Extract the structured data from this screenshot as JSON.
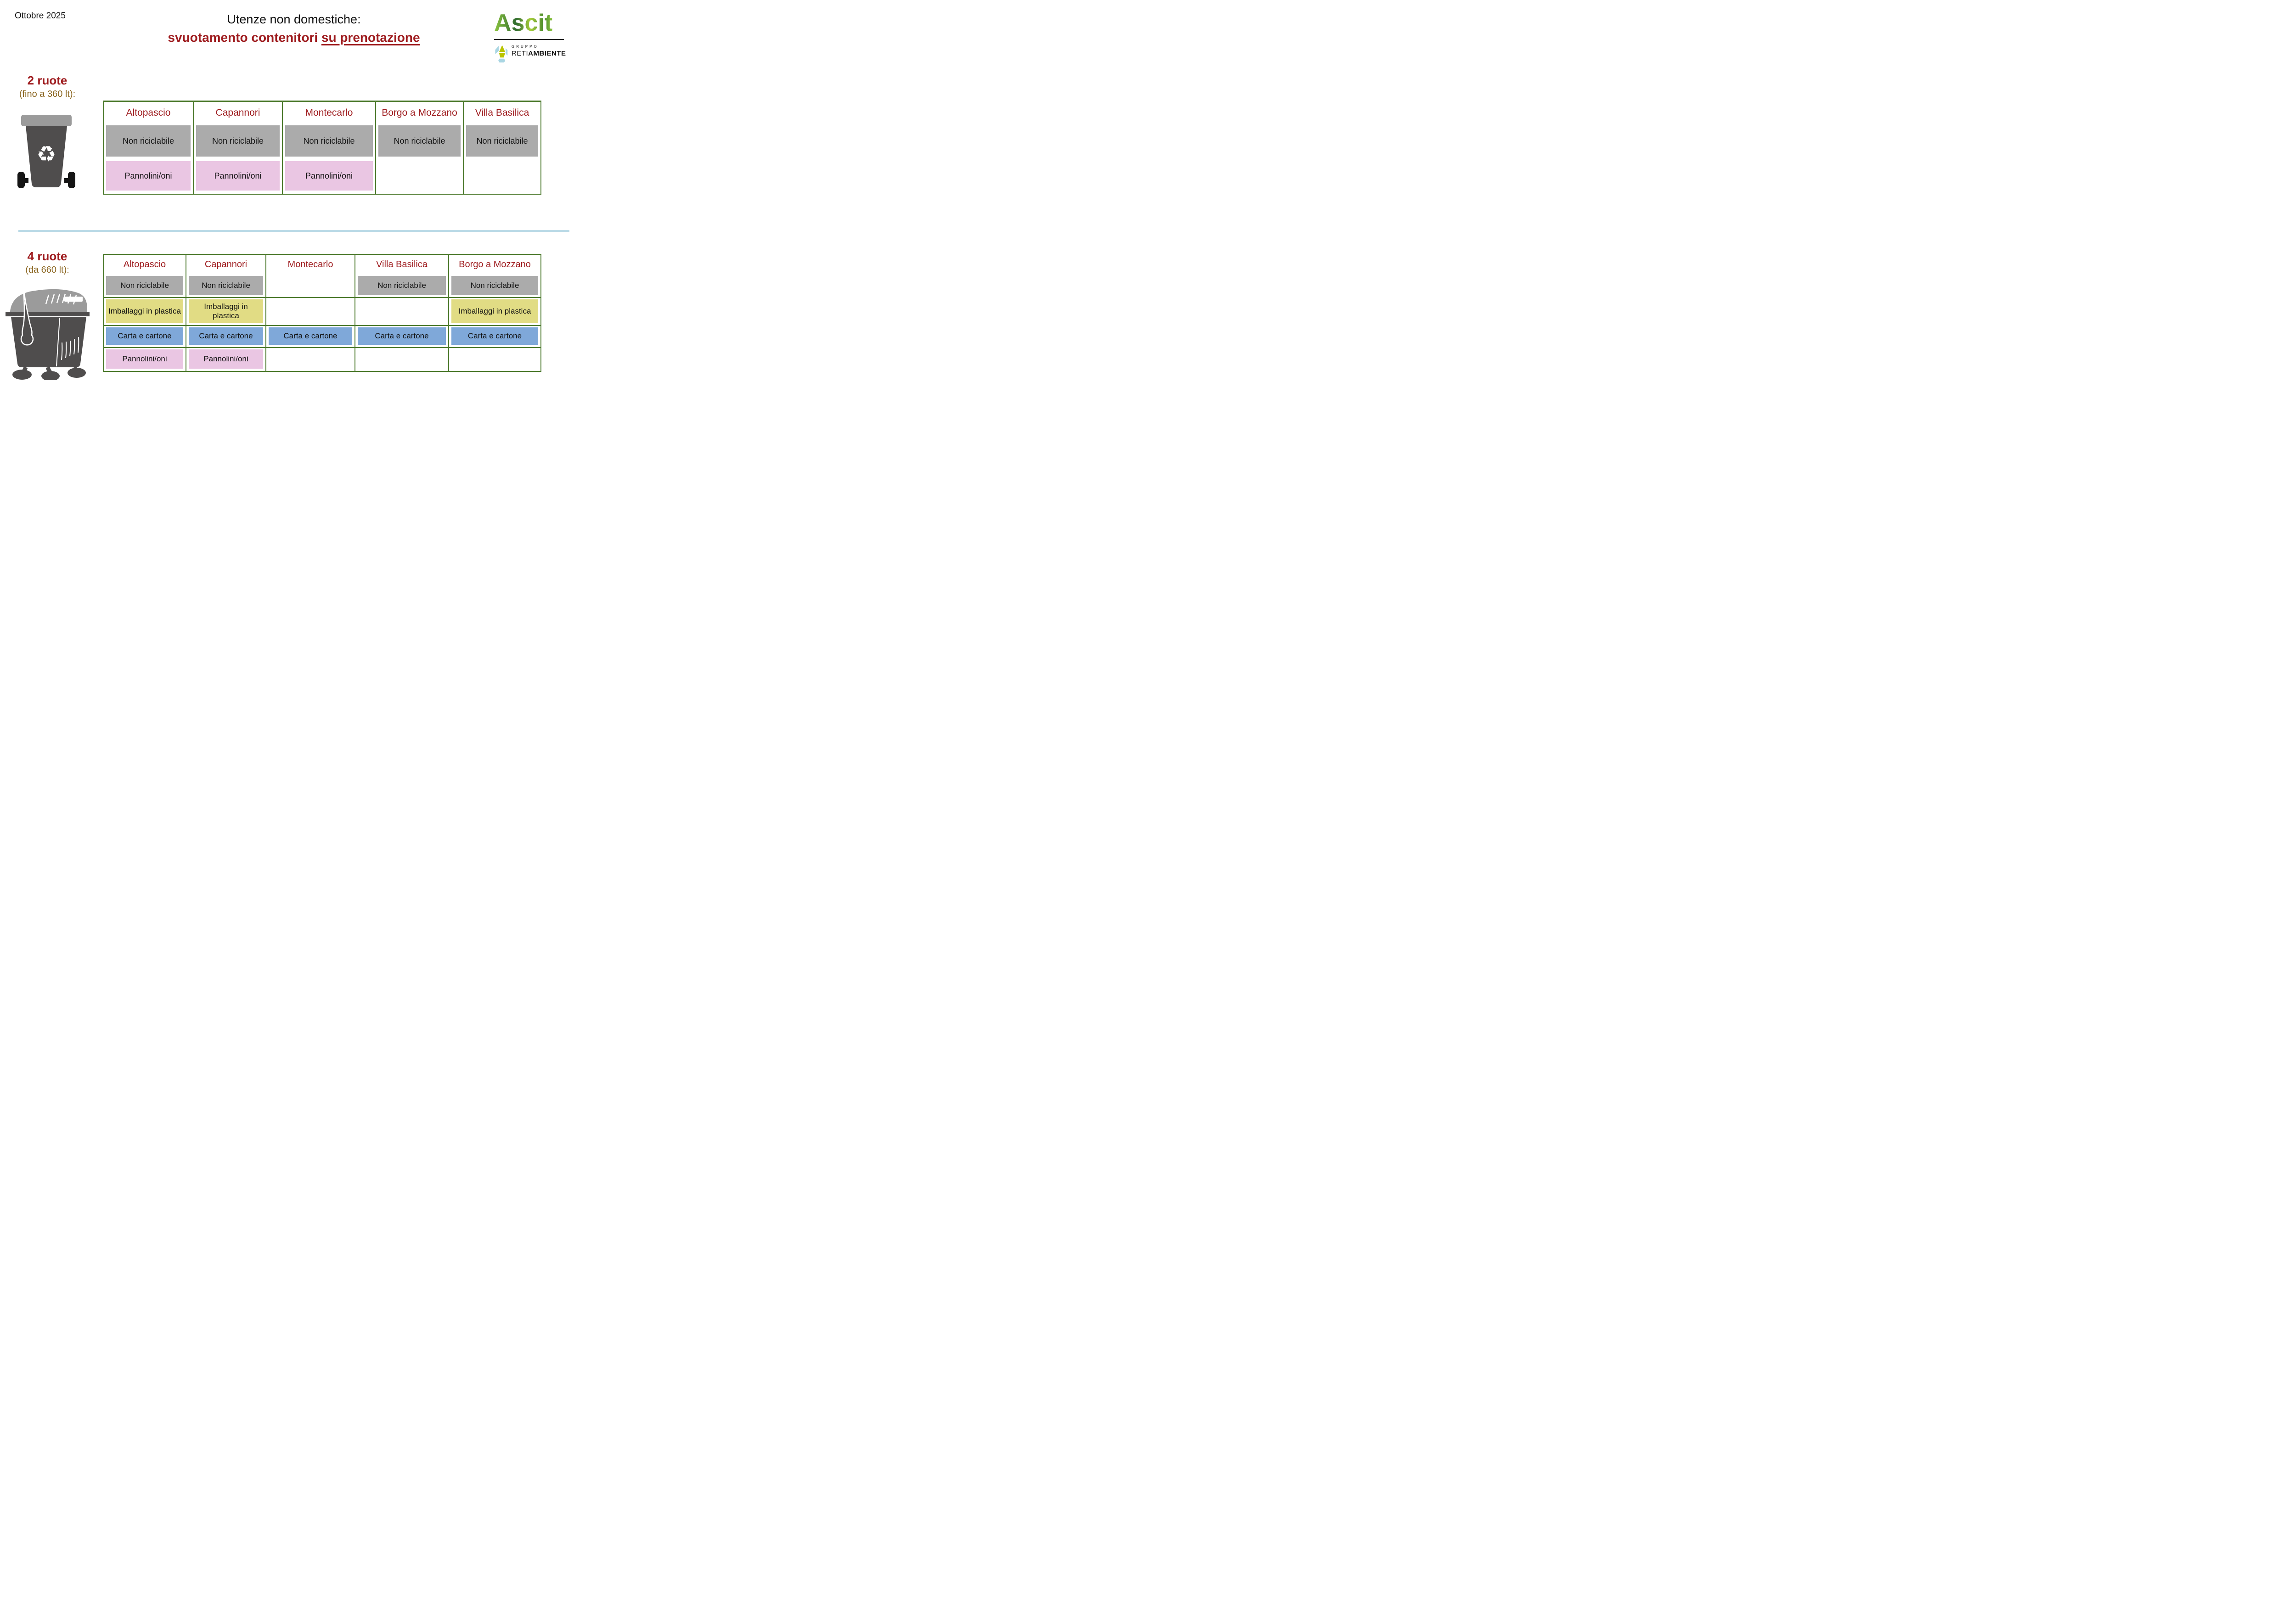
{
  "page": {
    "date": "Ottobre 2025",
    "title": {
      "line1": "Utenze non domestiche:",
      "line2_prefix": "svuotamento contenitori ",
      "line2_emphasis": "su prenotazione"
    }
  },
  "logo": {
    "brand": "Ascit",
    "group_label": "GRUPPO",
    "group_name_regular": "RETI",
    "group_name_bold": "AMBIENTE"
  },
  "icons": {
    "recycle_glyph": "♻"
  },
  "sections": [
    {
      "id": "two-wheels",
      "label": "2 ruote",
      "sublabel": "(fino a 360 lt):",
      "columns": [
        "Altopascio",
        "Capannori",
        "Montecarlo",
        "Borgo a Mozzano",
        "Villa Basilica"
      ],
      "rows": [
        {
          "key": "non-riciclabile",
          "label": "Non riciclabile",
          "color": "#ABABAB",
          "cells": [
            true,
            true,
            true,
            true,
            true
          ]
        },
        {
          "key": "pannolini",
          "label": "Pannolini/oni",
          "color": "#EAC6E3",
          "cells": [
            true,
            true,
            true,
            false,
            false
          ]
        }
      ]
    },
    {
      "id": "four-wheels",
      "label": "4 ruote",
      "sublabel": "(da 660 lt):",
      "columns": [
        "Altopascio",
        "Capannori",
        "Montecarlo",
        "Villa Basilica",
        "Borgo a Mozzano"
      ],
      "rows": [
        {
          "key": "non-riciclabile",
          "label": "Non riciclabile",
          "color": "#ABABAB",
          "cells": [
            true,
            true,
            false,
            true,
            true
          ]
        },
        {
          "key": "imballaggi-plastica",
          "label": "Imballaggi in plastica",
          "color": "#E1DC84",
          "cells": [
            true,
            true,
            false,
            false,
            true
          ]
        },
        {
          "key": "carta-cartone",
          "label": "Carta e cartone",
          "color": "#7FA8D9",
          "cells": [
            true,
            true,
            true,
            true,
            true
          ]
        },
        {
          "key": "pannolini",
          "label": "Pannolini/oni",
          "color": "#EAC6E3",
          "cells": [
            true,
            true,
            false,
            false,
            false
          ]
        }
      ]
    }
  ],
  "colors": {
    "table_border_green": "#4E7B2F",
    "header_red": "#9E1B1E",
    "sublabel_brown": "#8A651F",
    "non_riciclabile_gray": "#ABABAB",
    "pannolini_pink": "#EAC6E3",
    "imballaggi_yellow": "#E1DC84",
    "carta_blue": "#7FA8D9",
    "divider_light_blue": "#BCDBE7",
    "bin_body_gray": "#4F4D4D",
    "bin_lid_gray": "#9B9B9B",
    "logo_green_light": "#8DC63F",
    "logo_green_dark": "#2F6B30",
    "logo_mark_blue": "#A9D6E3",
    "logo_mark_yellow": "#B9C400"
  }
}
